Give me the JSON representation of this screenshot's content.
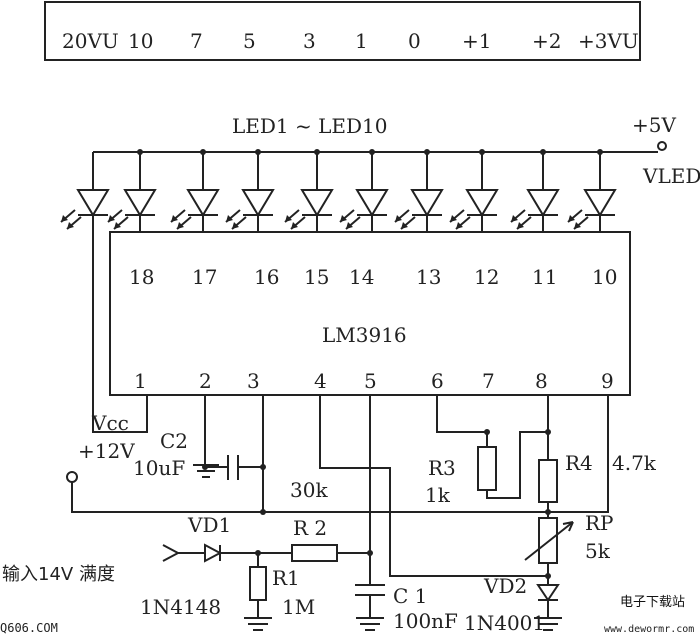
{
  "scale": {
    "labels": [
      "20VU",
      "10",
      "7",
      "5",
      "3",
      "1",
      "0",
      "+1",
      "+2",
      "+3VU"
    ]
  },
  "led_label": "LED1 ~ LED10",
  "supply": {
    "v5": "+5V",
    "vled": "VLED",
    "vcc": "Vcc",
    "v12": "+12V"
  },
  "ic": {
    "name": "LM3916",
    "top_pins": [
      "18",
      "17",
      "16",
      "15",
      "14",
      "13",
      "12",
      "11",
      "10"
    ],
    "bottom_pins": [
      "1",
      "2",
      "3",
      "4",
      "5",
      "6",
      "7",
      "8",
      "9"
    ]
  },
  "components": {
    "c2": "C2",
    "c2_val": "10uF",
    "r_30k": "30k",
    "r3": "R3",
    "r3_val": "1k",
    "r4": "R4",
    "r4_val": "4.7k",
    "rp": "RP",
    "rp_val": "5k",
    "vd1": "VD1",
    "vd1_part": "1N4148",
    "r2": "R 2",
    "r1": "R1",
    "r1_val": "1M",
    "c1": "C 1",
    "c1_val": "100nF",
    "vd2": "VD2",
    "vd2_part": "1N4001"
  },
  "input_label": "输入14V 满度",
  "watermarks": {
    "left": "Q606.COM",
    "right": "电子下载站",
    "url": "www.dewormr.com"
  }
}
